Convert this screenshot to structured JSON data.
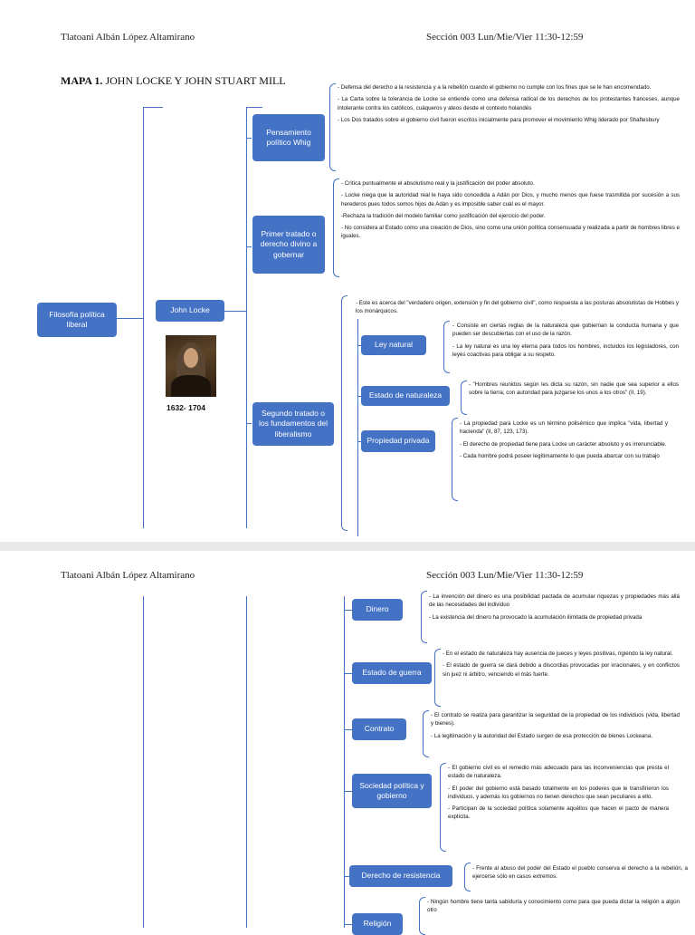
{
  "page1": {
    "header": {
      "author": "Tlatoani Albán López Altamirano",
      "section": "Sección 003    Lun/Mie/Vier 11:30-12:59"
    },
    "title_bold": "MAPA 1.",
    "title_rest": " JOHN LOCKE Y JOHN STUART MILL",
    "root": "Filosofía política liberal",
    "author_node": "John Locke",
    "dates": "1632- 1704",
    "pensamiento": {
      "label": "Pensamiento político Whig",
      "notes": [
        "- Defensa del derecho a la resistencia y a la rebelión cuando el gobierno no cumple con los fines que se le han encomendado.",
        "- La Carta sobre la tolerancia de Locke se entiende como una defensa radical de los derechos de los protestantes franceses, aunque intolerante contra los católicos, cuáqueros y ateos desde el contexto holandés",
        "- Los Dos tratados sobre el gobierno civil fueron escritos inicialmente para promover el movimiento Whig liderado por Shaftesbury"
      ]
    },
    "primer": {
      "label": "Primer tratado o derecho divino a gobernar",
      "notes": [
        "- Crítica puntualmente el absolutismo real y la justificación del poder absoluto.",
        "- Locke niega que la autoridad real le haya sido concedida a Adán por Dios, y mucho menos que fuese trasmitida por sucesión a sus herederos pues todos somos hijos de Adán y es imposible saber cuál es el mayor.",
        "-Rechaza la tradición del modelo familiar como justificación del ejercicio del poder.",
        "- No considera al Estado como una creación de Dios, sino como una unión política consensuada y realizada a partir de hombres libres e iguales."
      ]
    },
    "segundo": {
      "label": "Segundo tratado o los fundamentos del liberalismo",
      "intro": "- Este es acerca del \"verdadero origen, extensión y fin del gobierno civil\", como respuesta a las posturas absolutistas de Hobbes y los monárquicos.",
      "ley": {
        "label": "Ley natural",
        "notes": [
          "- Consiste en ciertas reglas de la naturaleza que gobiernan la conducta humana y que pueden ser descubiertas con el uso de la razón.",
          "- La ley natural es una ley eterna para todos los hombres, incluidos los legisladores, con leyes coactivas para obligar a su respeto."
        ]
      },
      "estado": {
        "label": "Estado de naturaleza",
        "notes": [
          "- \"Hombres reunidos según les dicta su razón, sin nadie que sea superior a ellos sobre la tierra, con autoridad para juzgarse los unos a los otros\" (II, 19)."
        ]
      },
      "propiedad": {
        "label": "Propiedad privada",
        "notes": [
          "- La propiedad para Locke es un término polisémico que implica \"vida, libertad y hacienda\" (II, 87, 123, 173).",
          "- El derecho de propiedad tiene para Locke un carácter absoluto y es irrenunciable.",
          "- Cada hombre podrá poseer legítimamente lo que pueda abarcar con su trabajo"
        ]
      }
    }
  },
  "page2": {
    "header": {
      "author": "Tlatoani Albán López Altamirano",
      "section": "Sección 003    Lun/Mie/Vier 11:30-12:59"
    },
    "dinero": {
      "label": "Dinero",
      "notes": [
        "- La invención del dinero es una posibilidad pactada de acumular riquezas y propiedades más allá de las necesidades del individuo",
        "- La existencia del dinero ha provocado la acumulación ilimitada de propiedad privada"
      ]
    },
    "guerra": {
      "label": "Estado de guerra",
      "notes": [
        "- En el estado de naturaleza hay ausencia de jueces y leyes positivas, rigiendo la ley natural.",
        "- El estado de guerra se dará debido a discordias provocadas por irracionales, y en conflictos sin juez ni árbitro, venciendo el más fuerte."
      ]
    },
    "contrato": {
      "label": "Contrato",
      "notes": [
        "- El contrato se realiza para garantizar la seguridad de la propiedad de los individuos (vida, libertad y bienes).",
        "- La legitimación y la autoridad del Estado surgen de esa protección de bienes Lockeana."
      ]
    },
    "sociedad": {
      "label": "Sociedad política y gobierno",
      "notes": [
        "- El gobierno civil es el remedio más adecuado para las inconveniencias que presta el estado de naturaleza.",
        "- El poder del gobierno está basado totalmente en los poderes que le transfirieron los individuos, y además los gobiernos no tienen derechos que sean peculiares a ello.",
        "- Participan de la sociedad política solamente aquéllos que hacen el pacto de manera explícita."
      ]
    },
    "resistencia": {
      "label": "Derecho de resistencia",
      "notes": [
        "- Frente al abuso del poder del Estado el pueblo conserva el derecho a la rebelión, a ejercerse sólo en casos extremos."
      ]
    },
    "religion": {
      "label": "Religión",
      "notes": [
        "- Ningún hombre tiene tanta sabiduría y conocimiento como para que pueda dictar la religión a algún otro"
      ]
    }
  }
}
